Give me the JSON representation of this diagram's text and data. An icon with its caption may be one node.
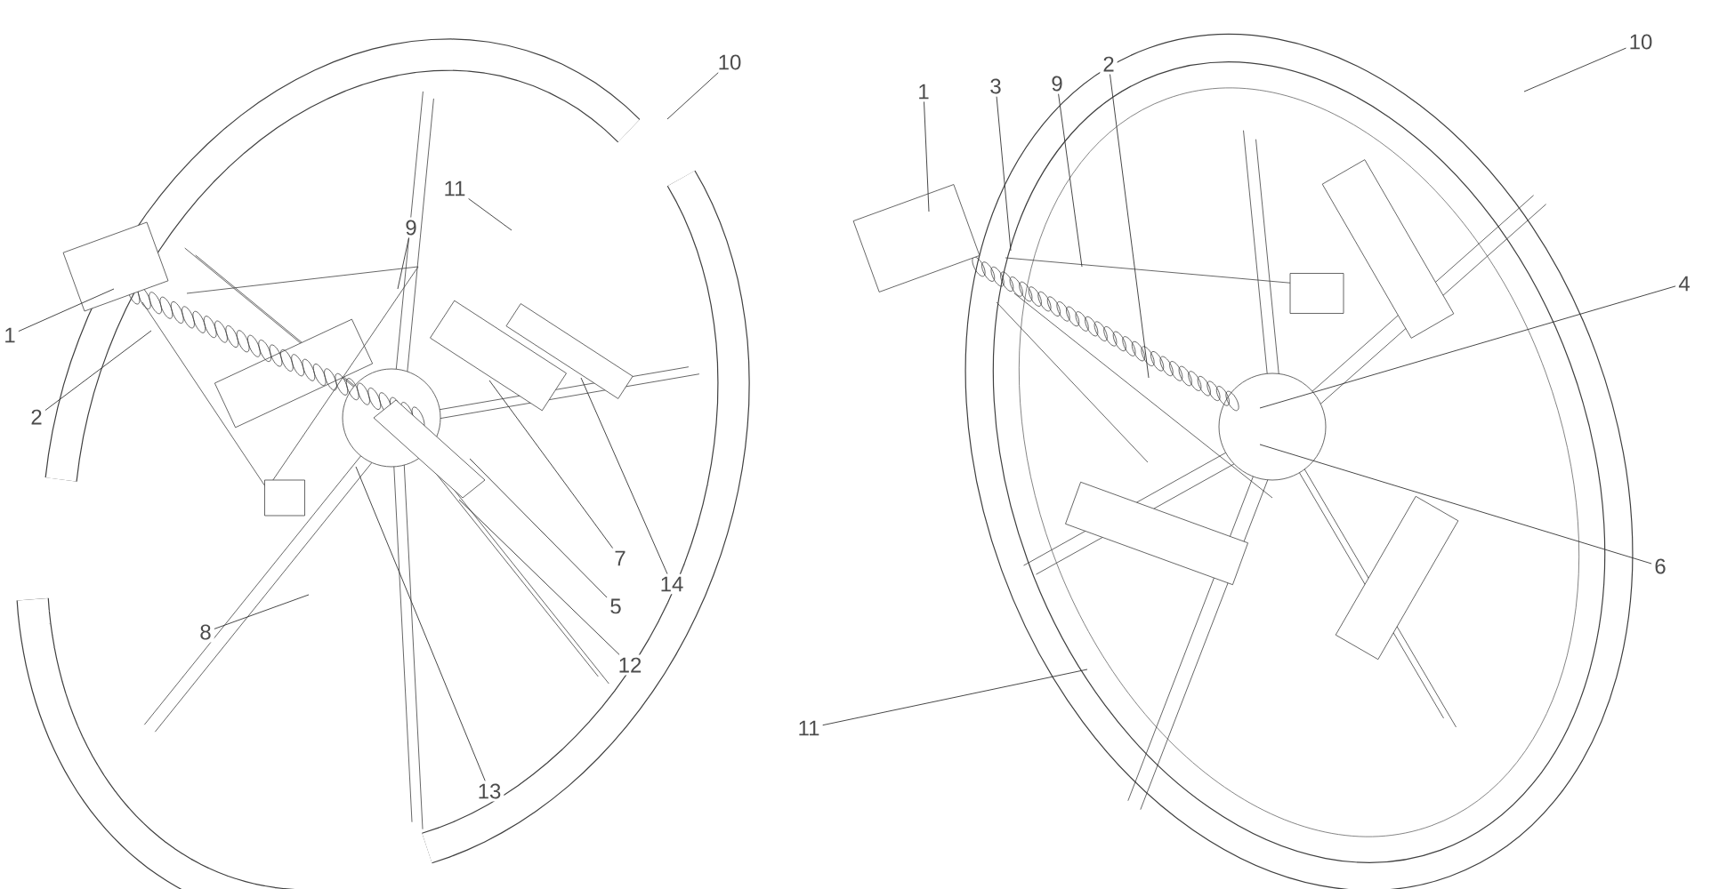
{
  "diagram": {
    "nodes": [
      {
        "text": [
          "10"
        ]
      },
      {
        "text": [
          "11"
        ]
      },
      {
        "text": [
          "9"
        ]
      },
      {
        "text": [
          "1"
        ]
      },
      {
        "text": [
          "2"
        ]
      },
      {
        "text": [
          "7"
        ]
      },
      {
        "text": [
          "14"
        ]
      },
      {
        "text": [
          "5"
        ]
      },
      {
        "text": [
          "8"
        ]
      },
      {
        "text": [
          "12"
        ]
      },
      {
        "text": [
          "13"
        ]
      },
      {
        "text": [
          "10"
        ]
      },
      {
        "text": [
          "2"
        ]
      },
      {
        "text": [
          "9"
        ]
      },
      {
        "text": [
          "3"
        ]
      },
      {
        "text": [
          "1"
        ]
      },
      {
        "text": [
          "4"
        ]
      },
      {
        "text": [
          "6"
        ]
      },
      {
        "text": [
          "11"
        ]
      }
    ],
    "edges": [
      {
        "from": 0,
        "to": null,
        "arrow": "none"
      },
      {
        "from": 1,
        "to": null,
        "arrow": "none"
      },
      {
        "from": 2,
        "to": null,
        "arrow": "none"
      },
      {
        "from": 3,
        "to": null,
        "arrow": "none"
      },
      {
        "from": 4,
        "to": null,
        "arrow": "none"
      },
      {
        "from": 5,
        "to": null,
        "arrow": "none"
      },
      {
        "from": 6,
        "to": null,
        "arrow": "none"
      },
      {
        "from": 7,
        "to": null,
        "arrow": "none"
      },
      {
        "from": 8,
        "to": null,
        "arrow": "none"
      },
      {
        "from": 9,
        "to": null,
        "arrow": "none"
      },
      {
        "from": 10,
        "to": null,
        "arrow": "none"
      },
      {
        "from": 11,
        "to": null,
        "arrow": "none"
      },
      {
        "from": 12,
        "to": null,
        "arrow": "none"
      },
      {
        "from": 13,
        "to": null,
        "arrow": "none"
      },
      {
        "from": 14,
        "to": null,
        "arrow": "none"
      },
      {
        "from": 15,
        "to": null,
        "arrow": "none"
      },
      {
        "from": 16,
        "to": null,
        "arrow": "none"
      },
      {
        "from": 17,
        "to": null,
        "arrow": "none"
      },
      {
        "from": 18,
        "to": null,
        "arrow": "none"
      }
    ]
  }
}
